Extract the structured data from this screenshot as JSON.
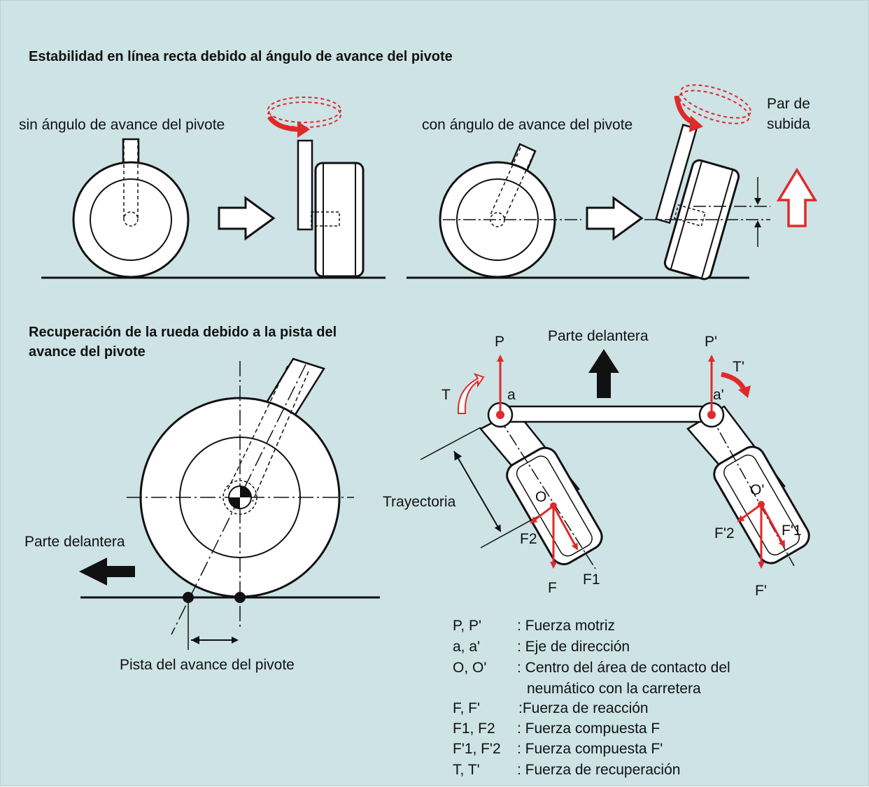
{
  "section1": {
    "title": "Estabilidad en línea recta debido al ángulo de avance del pivote",
    "left_label": "sin ángulo de avance del pivote",
    "right_label": "con ángulo de avance del pivote",
    "torque_label_1": "Par de",
    "torque_label_2": "subida"
  },
  "section2": {
    "title_line1": "Recuperación de la rueda debido a la pista del",
    "title_line2": "avance del pivote",
    "front_label": "Parte delantera",
    "trail_label": "Pista del avance del pivote"
  },
  "section3": {
    "front_label": "Parte delantera",
    "trajectory_label": "Trayectoria",
    "labels": {
      "P": "P",
      "P2": "P'",
      "T": "T",
      "T2": "T'",
      "a": "a",
      "a2": "a'",
      "O": "O",
      "O2": "O'",
      "F": "F",
      "F2p": "F'",
      "F1": "F1",
      "F2": "F2",
      "Fp1": "F'1",
      "Fp2": "F'2"
    }
  },
  "legend": [
    {
      "symbol": "P, P'",
      "desc": ": Fuerza motriz"
    },
    {
      "symbol": "a, a'",
      "desc": ": Eje de dirección"
    },
    {
      "symbol": "O, O'",
      "desc": ": Centro del área de contacto del"
    },
    {
      "symbol": "",
      "desc": "neumático con la carretera"
    },
    {
      "symbol": "F, F'",
      "desc": ":Fuerza de reacción"
    },
    {
      "symbol": "F1, F2",
      "desc": ": Fuerza compuesta F"
    },
    {
      "symbol": "F'1, F'2",
      "desc": ": Fuerza compuesta F'"
    },
    {
      "symbol": "T, T'",
      "desc": ": Fuerza de recuperación"
    }
  ],
  "colors": {
    "background": "#cde3e6",
    "accent_red": "#e02a2a",
    "ink": "#111111"
  }
}
